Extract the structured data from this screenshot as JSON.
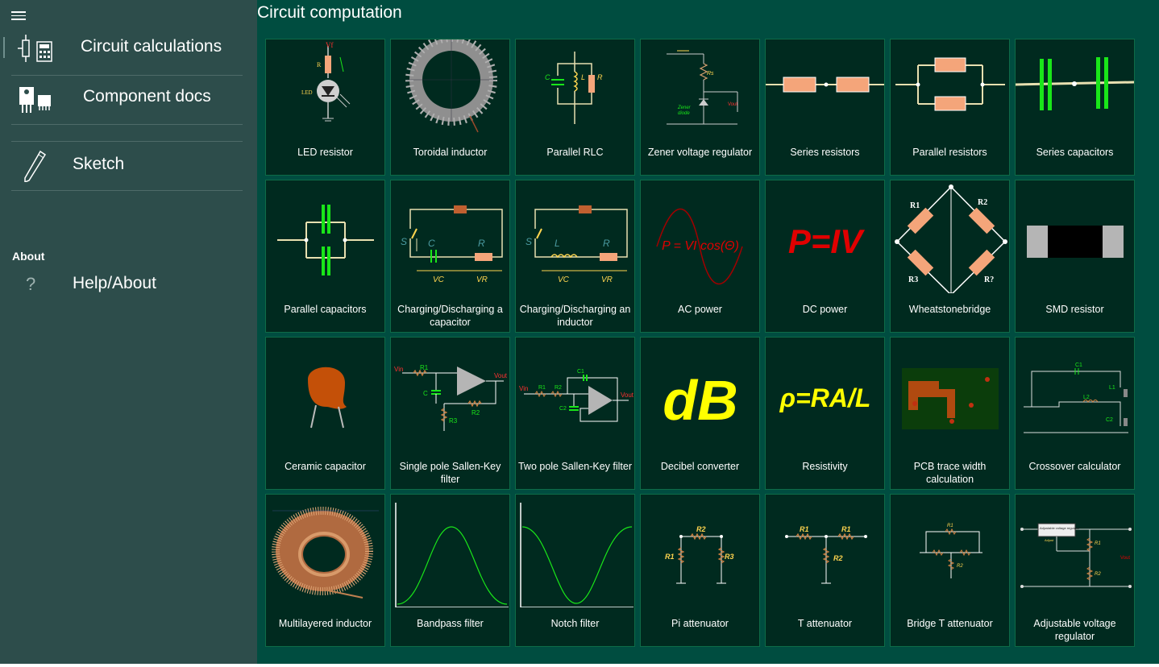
{
  "main_title": "Circuit computation",
  "nav": {
    "items": [
      {
        "label": "Circuit calculations",
        "icon": "circuit-calculator-icon"
      },
      {
        "label": "Component docs",
        "icon": "components-icon"
      },
      {
        "label": "Sketch",
        "icon": "pencil-icon"
      }
    ],
    "about_header": "About",
    "help_label": "Help/About",
    "help_icon": "question-mark-icon"
  },
  "tiles": [
    {
      "label": "LED resistor",
      "icon": "led-resistor-icon"
    },
    {
      "label": "Toroidal inductor",
      "icon": "toroidal-inductor-icon"
    },
    {
      "label": "Parallel RLC",
      "icon": "parallel-rlc-icon"
    },
    {
      "label": "Zener voltage regulator",
      "icon": "zener-regulator-icon"
    },
    {
      "label": "Series resistors",
      "icon": "series-resistors-icon"
    },
    {
      "label": "Parallel resistors",
      "icon": "parallel-resistors-icon"
    },
    {
      "label": "Series capacitors",
      "icon": "series-capacitors-icon"
    },
    {
      "label": "Parallel capacitors",
      "icon": "parallel-capacitors-icon"
    },
    {
      "label": "Charging/Discharging a capacitor",
      "icon": "rc-charging-icon"
    },
    {
      "label": "Charging/Discharging an inductor",
      "icon": "rl-charging-icon"
    },
    {
      "label": "AC power",
      "icon": "ac-power-icon"
    },
    {
      "label": "DC power",
      "icon": "dc-power-icon"
    },
    {
      "label": "Wheatstonebridge",
      "icon": "wheatstone-bridge-icon"
    },
    {
      "label": "SMD resistor",
      "icon": "smd-resistor-icon"
    },
    {
      "label": "Ceramic capacitor",
      "icon": "ceramic-capacitor-icon"
    },
    {
      "label": "Single pole Sallen-Key filter",
      "icon": "sallen-key-1pole-icon"
    },
    {
      "label": "Two pole Sallen-Key filter",
      "icon": "sallen-key-2pole-icon"
    },
    {
      "label": "Decibel converter",
      "icon": "decibel-icon"
    },
    {
      "label": "Resistivity",
      "icon": "resistivity-icon"
    },
    {
      "label": "PCB trace width calculation",
      "icon": "pcb-trace-icon"
    },
    {
      "label": "Crossover calculator",
      "icon": "crossover-icon"
    },
    {
      "label": "Multilayered inductor",
      "icon": "multilayer-inductor-icon"
    },
    {
      "label": "Bandpass filter",
      "icon": "bandpass-curve-icon"
    },
    {
      "label": "Notch filter",
      "icon": "notch-curve-icon"
    },
    {
      "label": "Pi attenuator",
      "icon": "pi-attenuator-icon"
    },
    {
      "label": "T attenuator",
      "icon": "t-attenuator-icon"
    },
    {
      "label": "Bridge T attenuator",
      "icon": "bridge-t-attenuator-icon"
    },
    {
      "label": "Adjustable voltage regulator",
      "icon": "adjustable-regulator-icon"
    }
  ],
  "art": {
    "vf": "Vf",
    "r": "R",
    "led": "LED",
    "c": "C",
    "l": "L",
    "s": "S",
    "vc": "VC",
    "vr": "VR",
    "rs": "Rs",
    "zener": "Zener",
    "diode": "diode",
    "vout": "Vout",
    "ac_formula": "P = VI cos(Θ)",
    "dc_formula": "P=IV",
    "r1": "R1",
    "r2": "R2",
    "r3": "R3",
    "r4": "R?",
    "db": "dB",
    "rho_formula": "ρ=RA/L",
    "vin": "Vin",
    "c1": "C1",
    "c2": "C2",
    "l1": "L1",
    "l2": "L2",
    "adj_title": "Adjustable voltage regulator",
    "adjust": "Adjust"
  },
  "colors": {
    "background": "#004d40",
    "sidebar": "#2d4d4b",
    "tile": "#002a1f",
    "tile_border": "#0e6b47",
    "accent_green": "#19e619",
    "resistor": "#f4a57a",
    "formula_red": "#e00000",
    "formula_yellow": "#ffff00"
  }
}
